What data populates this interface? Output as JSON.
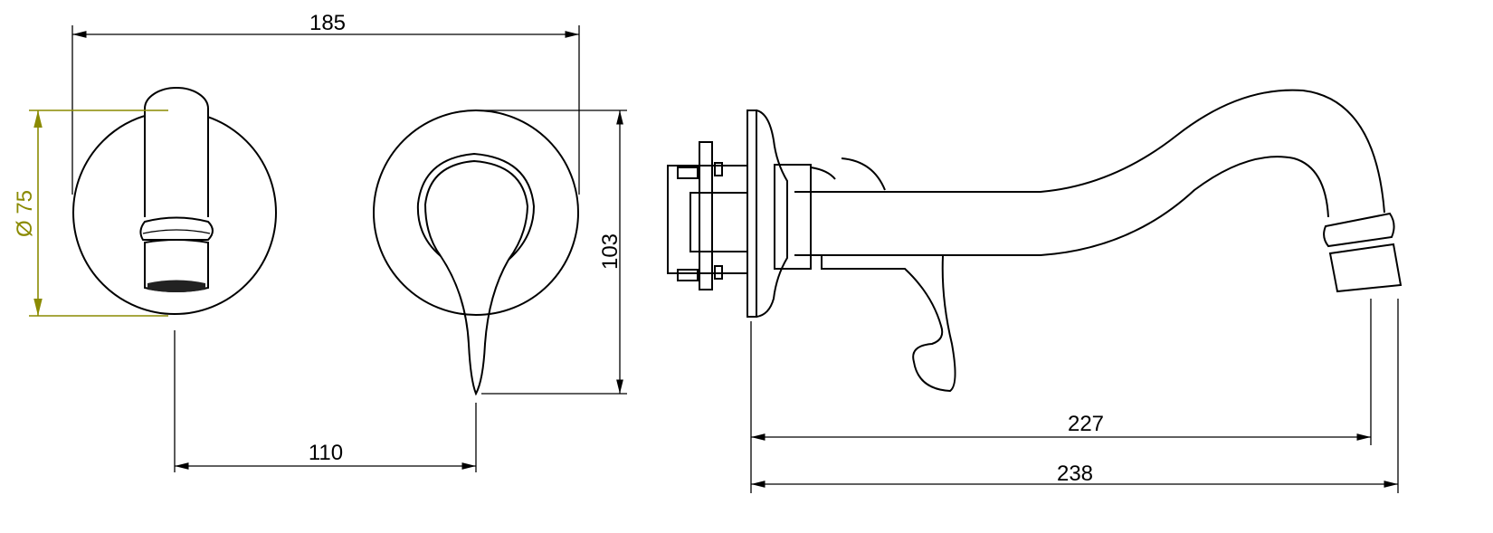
{
  "drawing": {
    "dimensions": {
      "overall_width_front": "185",
      "plate_diameter": "Ø 75",
      "height_lever": "103",
      "spout_to_lever_spacing": "110",
      "projection_outlet": "227",
      "projection_total": "238"
    },
    "colors": {
      "outline": "#000000",
      "diameter_dimension": "#8a8a00"
    }
  }
}
